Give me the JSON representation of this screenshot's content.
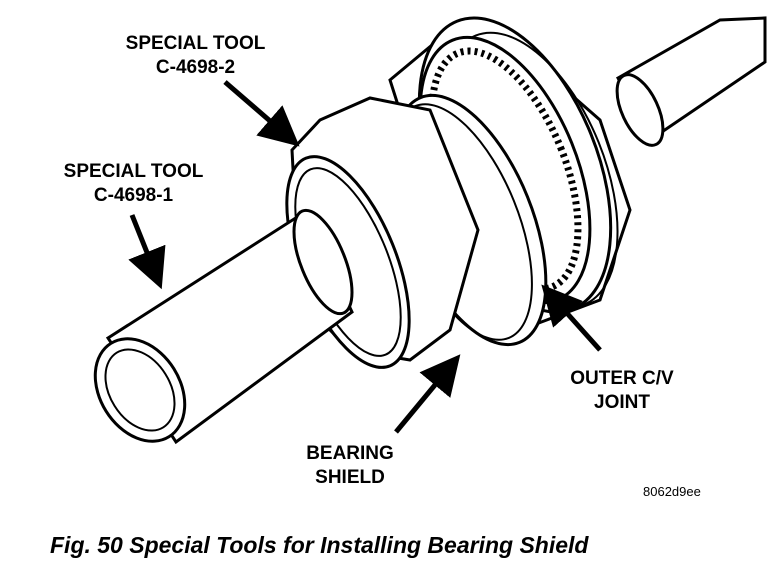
{
  "labels": {
    "tool2_line1": "SPECIAL TOOL",
    "tool2_line2": "C-4698-2",
    "tool1_line1": "SPECIAL TOOL",
    "tool1_line2": "C-4698-1",
    "outer_cv_line1": "OUTER C/V",
    "outer_cv_line2": "JOINT",
    "shield_line1": "BEARING",
    "shield_line2": "SHIELD"
  },
  "reference_code": "8062d9ee",
  "caption": "Fig. 50 Special Tools for Installing Bearing Shield"
}
